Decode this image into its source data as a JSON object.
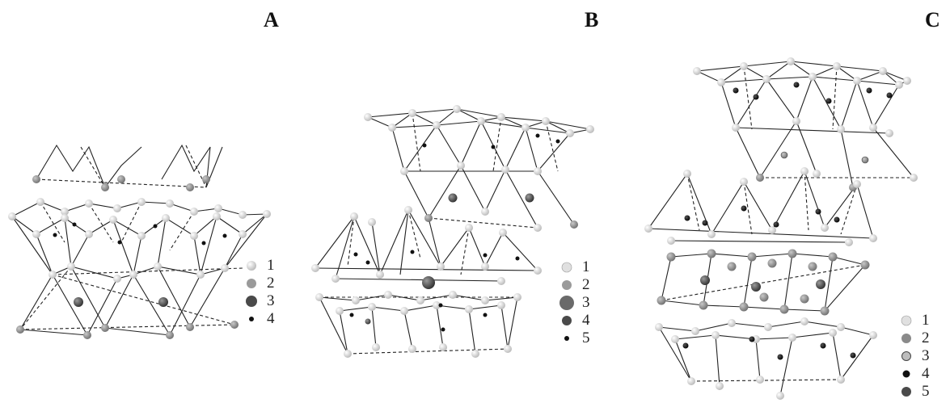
{
  "panels": [
    {
      "label": "A",
      "legend": [
        "1",
        "2",
        "3",
        "4"
      ]
    },
    {
      "label": "B",
      "legend": [
        "1",
        "2",
        "3",
        "4",
        "5"
      ]
    },
    {
      "label": "C",
      "legend": [
        "1",
        "2",
        "3",
        "4",
        "5"
      ]
    }
  ],
  "atom_colors": {
    "light": "#e6e6e6",
    "medium_gray": "#9a9a9a",
    "dark_gray": "#5a5a5a",
    "black": "#1a1a1a"
  }
}
